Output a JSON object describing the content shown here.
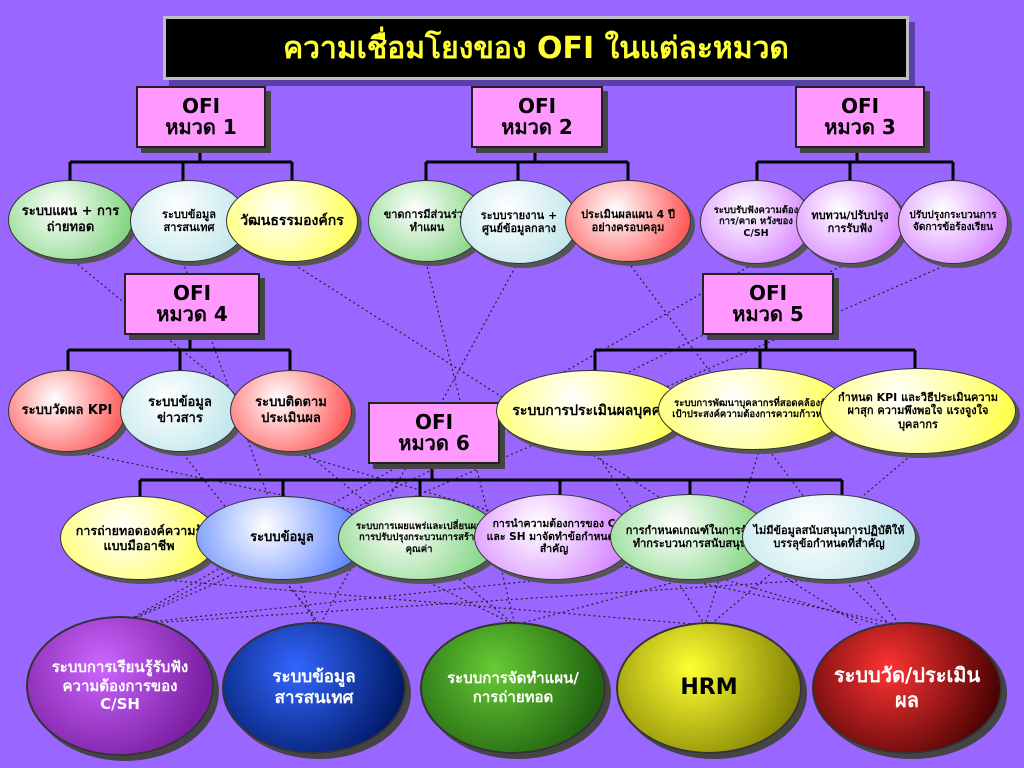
{
  "title": "ความเชื่อมโยงของ OFI ในแต่ละหมวด",
  "categories": [
    {
      "l1": "OFI",
      "l2": "หมวด 1"
    },
    {
      "l1": "OFI",
      "l2": "หมวด 2"
    },
    {
      "l1": "OFI",
      "l2": "หมวด 3"
    },
    {
      "l1": "OFI",
      "l2": "หมวด 4"
    },
    {
      "l1": "OFI",
      "l2": "หมวด 5"
    },
    {
      "l1": "OFI",
      "l2": "หมวด 6"
    }
  ],
  "cat1_items": [
    "ระบบแผน + การถ่ายทอด",
    "ระบบข้อมูลสารสนเทศ",
    "วัฒนธรรมองค์กร"
  ],
  "cat2_items": [
    "ขาดการมีส่วนร่วมทำแผน",
    "ระบบรายงาน + ศูนย์ข้อมูลกลาง",
    "ประเมินผลแผน 4 ปี อย่างครอบคลุม"
  ],
  "cat3_items": [
    "ระบบรับฟังความต้อง การ/คาด หวังของ C/SH",
    "ทบทวน/ปรับปรุงการรับฟัง",
    "ปรับปรุงกระบวนการจัดการข้อร้องเรียน"
  ],
  "cat4_items": [
    "ระบบวัดผล KPI",
    "ระบบข้อมูลข่าวสาร",
    "ระบบติดตามประเมินผล"
  ],
  "cat5_items": [
    "ระบบการประเมินผลบุคคล",
    "ระบบการพัฒนาบุคลากรที่สอดคล้องกับเป้าประสงค์ความต้องการความก้าวหน้า",
    "กำหนด KPI และวิธีประเมินความผาสุก ความพึงพอใจ แรงจูงใจบุคลากร"
  ],
  "cat6_items": [
    "การถ่ายทอดองค์ความรู้แบบมืออาชีพ",
    "ระบบข้อมูล",
    "ระบบการเผยแพร่และเปลี่ยนผลการปรับปรุงกระบวนการสร้างคุณค่า",
    "การนำความต้องการของ C และ SH มาจัดทำข้อกำหนดที่สำคัญ",
    "การกำหนดเกณฑ์ในการจัดทำกระบวนการสนับสนุน",
    "ไม่มีข้อมูลสนับสนุนการปฏิบัติให้บรรลุข้อกำหนดที่สำคัญ"
  ],
  "outcomes": [
    "ระบบการเรียนรู้รับฟังความต้องการของ C/SH",
    "ระบบข้อมูลสารสนเทศ",
    "ระบบการจัดทำแผน/การถ่ายทอด",
    "HRM",
    "ระบบวัด/ประเมินผล"
  ]
}
